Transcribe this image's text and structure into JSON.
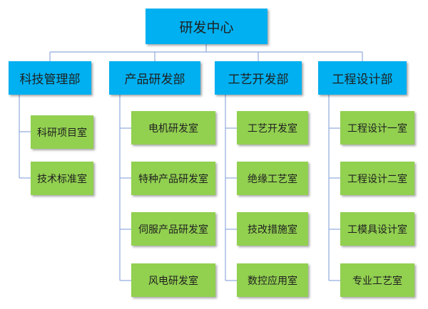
{
  "root": {
    "label": "研发中心"
  },
  "departments": [
    {
      "label": "科技管理部",
      "rooms": [
        "科研项目室",
        "技术标准室"
      ]
    },
    {
      "label": "产品研发部",
      "rooms": [
        "电机研发室",
        "特种产品研发室",
        "伺服产品研发室",
        "风电研发室"
      ]
    },
    {
      "label": "工艺开发部",
      "rooms": [
        "工艺开发室",
        "绝缘工艺室",
        "技改措施室",
        "数控应用室"
      ]
    },
    {
      "label": "工程设计部",
      "rooms": [
        "工程设计一室",
        "工程设计二室",
        "工模具设计室",
        "专业工艺室"
      ]
    }
  ],
  "colors": {
    "root_fill": "#00b0f0",
    "department_fill": "#00b0f0",
    "room_fill": "#92d050",
    "connector": "#8faadc"
  }
}
